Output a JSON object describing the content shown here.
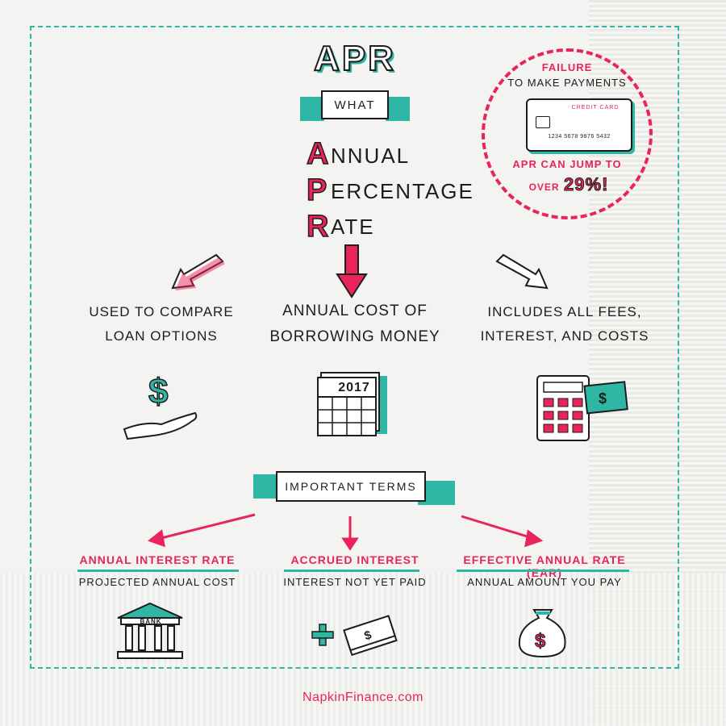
{
  "title": "APR",
  "what_label": "WHAT",
  "acronym": [
    {
      "letter": "A",
      "rest": "NNUAL"
    },
    {
      "letter": "P",
      "rest": "ERCENTAGE"
    },
    {
      "letter": "R",
      "rest": "ATE"
    }
  ],
  "callout": {
    "line1": "FAILURE",
    "line2": "TO MAKE PAYMENTS",
    "card_label": "CREDIT CARD",
    "card_number": "1234 5678 9876 5432",
    "line3": "APR CAN JUMP TO",
    "line4_prefix": "OVER",
    "line4_value": "29%!"
  },
  "uses": [
    {
      "line1": "USED TO COMPARE",
      "line2": "LOAN OPTIONS"
    },
    {
      "line1": "ANNUAL COST OF",
      "line2": "BORROWING MONEY"
    },
    {
      "line1": "INCLUDES ALL FEES,",
      "line2": "INTEREST, AND COSTS"
    }
  ],
  "calendar_year": "2017",
  "terms_label": "IMPORTANT TERMS",
  "terms": [
    {
      "title": "ANNUAL INTEREST RATE",
      "desc": "PROJECTED ANNUAL COST"
    },
    {
      "title": "ACCRUED INTEREST",
      "desc": "INTEREST NOT YET PAID"
    },
    {
      "title": "EFFECTIVE ANNUAL RATE (EAR)",
      "desc": "ANNUAL AMOUNT YOU PAY"
    }
  ],
  "bank_label": "BANK",
  "footer": "NapkinFinance.com",
  "colors": {
    "accent": "#e8245b",
    "teal": "#2fb6a5",
    "ink": "#1d1d1d"
  }
}
